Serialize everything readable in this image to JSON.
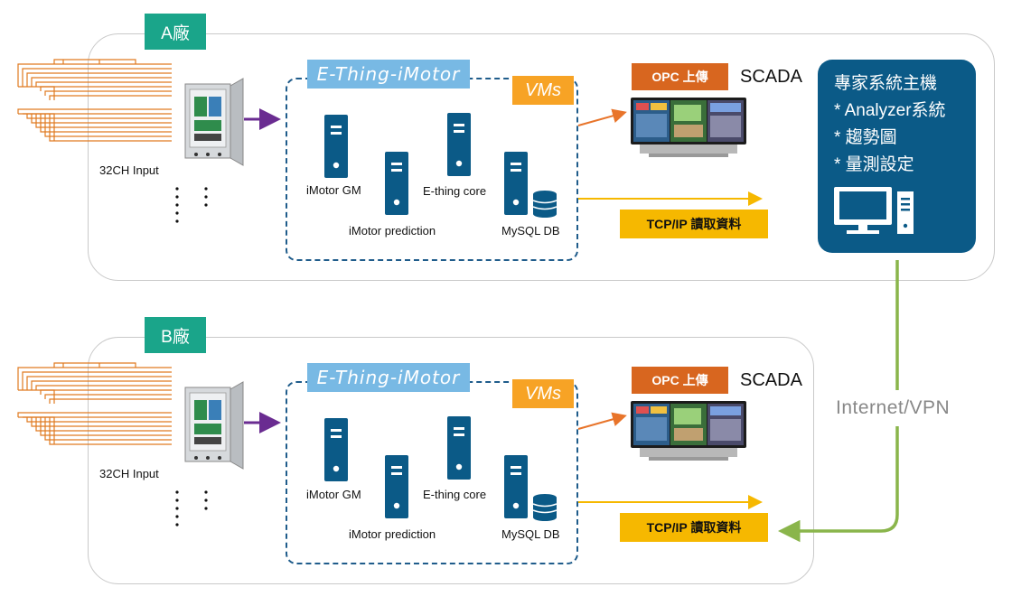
{
  "factories": [
    {
      "tag": "A廠",
      "input_label": "32CH Input",
      "ething_label": "E-Thing-iMotor",
      "vms_label": "VMs",
      "servers": {
        "gm": "iMotor GM",
        "prediction": "iMotor prediction",
        "core": "E-thing core",
        "db": "MySQL DB"
      },
      "opc_label": "OPC 上傳",
      "scada_label": "SCADA",
      "tcp_label": "TCP/IP 讀取資料"
    },
    {
      "tag": "B廠",
      "input_label": "32CH Input",
      "ething_label": "E-Thing-iMotor",
      "vms_label": "VMs",
      "servers": {
        "gm": "iMotor GM",
        "prediction": "iMotor prediction",
        "core": "E-thing core",
        "db": "MySQL DB"
      },
      "opc_label": "OPC 上傳",
      "scada_label": "SCADA",
      "tcp_label": "TCP/IP 讀取資料"
    }
  ],
  "expert_system": {
    "title": "專家系統主機",
    "items": [
      "* Analyzer系統",
      "* 趨勢圖",
      "* 量測設定"
    ],
    "icon": "desktop-computer-icon"
  },
  "connection_label": "Internet/VPN",
  "colors": {
    "factory_tag": "#1aa58a",
    "ething": "#78b9e4",
    "vms": "#f7a325",
    "server": "#0b5a87",
    "opc": "#d8661f",
    "tcp": "#f6b800",
    "wiring": "#e07a20",
    "input_arrow": "#6a2c91",
    "vpn_line": "#8ab54b"
  }
}
